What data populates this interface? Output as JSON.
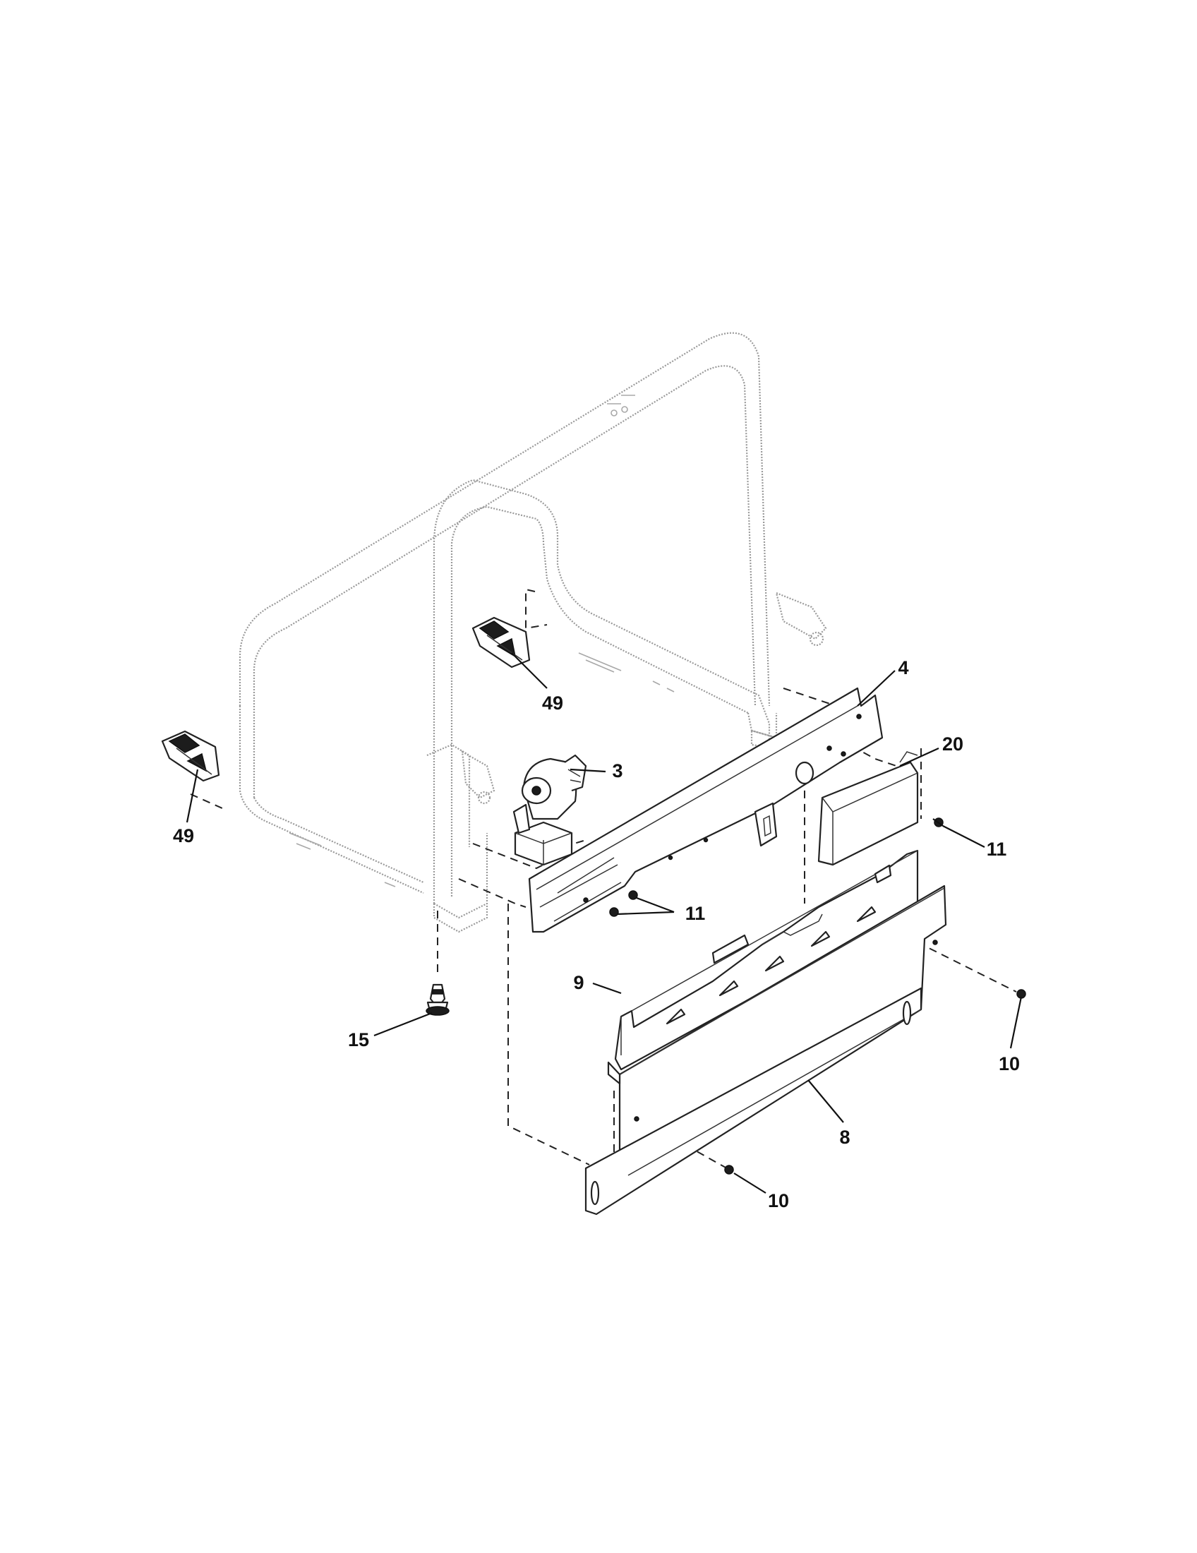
{
  "diagram": {
    "callouts": [
      {
        "id": "c4",
        "label": "4"
      },
      {
        "id": "c20",
        "label": "20"
      },
      {
        "id": "c3",
        "label": "3"
      },
      {
        "id": "c49a",
        "label": "49"
      },
      {
        "id": "c49b",
        "label": "49"
      },
      {
        "id": "c11a",
        "label": "11"
      },
      {
        "id": "c11b",
        "label": "11"
      },
      {
        "id": "c9",
        "label": "9"
      },
      {
        "id": "c15",
        "label": "15"
      },
      {
        "id": "c10a",
        "label": "10"
      },
      {
        "id": "c10b",
        "label": "10"
      },
      {
        "id": "c8",
        "label": "8"
      }
    ]
  }
}
